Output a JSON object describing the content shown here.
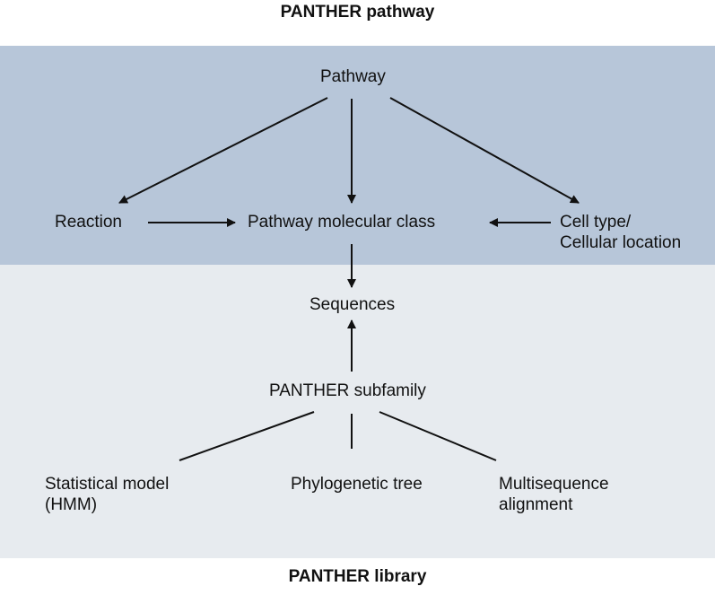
{
  "diagram": {
    "title_top": "PANTHER pathway",
    "title_bottom": "PANTHER library",
    "colors": {
      "pathway_band": "#b7c6d9",
      "library_band": "#e7ebef",
      "edge": "#111111"
    },
    "nodes": {
      "pathway": "Pathway",
      "reaction": "Reaction",
      "pathway_molecular_class": "Pathway molecular class",
      "cell_type_line1": "Cell type/",
      "cell_type_line2": "Cellular location",
      "sequences": "Sequences",
      "panther_subfamily": "PANTHER subfamily",
      "statistical_model_line1": "Statistical model",
      "statistical_model_line2": "(HMM)",
      "phylogenetic_tree": "Phylogenetic tree",
      "multisequence_line1": "Multisequence",
      "multisequence_line2": "alignment"
    },
    "edges": [
      {
        "from": "pathway",
        "to": "reaction",
        "arrow": true
      },
      {
        "from": "pathway",
        "to": "pathway_molecular_class",
        "arrow": true
      },
      {
        "from": "pathway",
        "to": "cell_type",
        "arrow": true
      },
      {
        "from": "reaction",
        "to": "pathway_molecular_class",
        "arrow": true
      },
      {
        "from": "cell_type",
        "to": "pathway_molecular_class",
        "arrow": true
      },
      {
        "from": "pathway_molecular_class",
        "to": "sequences",
        "arrow": true
      },
      {
        "from": "panther_subfamily",
        "to": "sequences",
        "arrow": true
      },
      {
        "from": "panther_subfamily",
        "to": "statistical_model",
        "arrow": false
      },
      {
        "from": "panther_subfamily",
        "to": "phylogenetic_tree",
        "arrow": false
      },
      {
        "from": "panther_subfamily",
        "to": "multisequence_alignment",
        "arrow": false
      }
    ]
  }
}
